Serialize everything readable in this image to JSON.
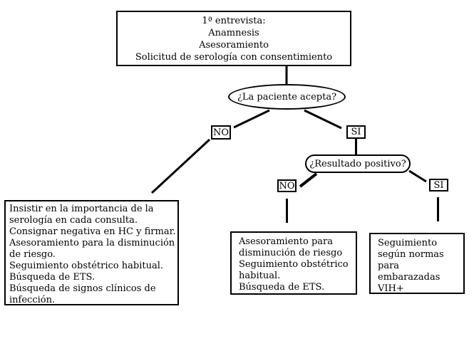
{
  "diagram": {
    "colors": {
      "ink": "#000000",
      "background": "#ffffff"
    },
    "start_box": {
      "lines": [
        "1ª entrevista:",
        "Anamnesis",
        "Asesoramiento",
        "Solicitud de serología con consentimiento"
      ]
    },
    "decision_accept": {
      "question": "¿La paciente acepta?",
      "no": "NO",
      "yes": "SI"
    },
    "decision_result": {
      "question": "¿Resultado positivo?",
      "no": "NO",
      "yes": "SI"
    },
    "refusal_box": {
      "lines": [
        "Insistir en la importancia de la",
        "serología en cada consulta.",
        "Consignar negativa en HC y firmar.",
        "Asesoramiento para la disminución",
        "de riesgo.",
        "Seguimiento obstétrico habitual.",
        "Búsqueda de ETS.",
        "Búsqueda de signos clínicos de",
        "infección."
      ]
    },
    "negative_box": {
      "lines": [
        "Asesoramiento para",
        "disminución de riesgo",
        "Seguimiento obstétrico",
        "habitual.",
        "Búsqueda de ETS."
      ]
    },
    "positive_box": {
      "lines": [
        "Seguimiento",
        "según normas",
        "para",
        "embarazadas",
        "VIH+"
      ]
    }
  }
}
